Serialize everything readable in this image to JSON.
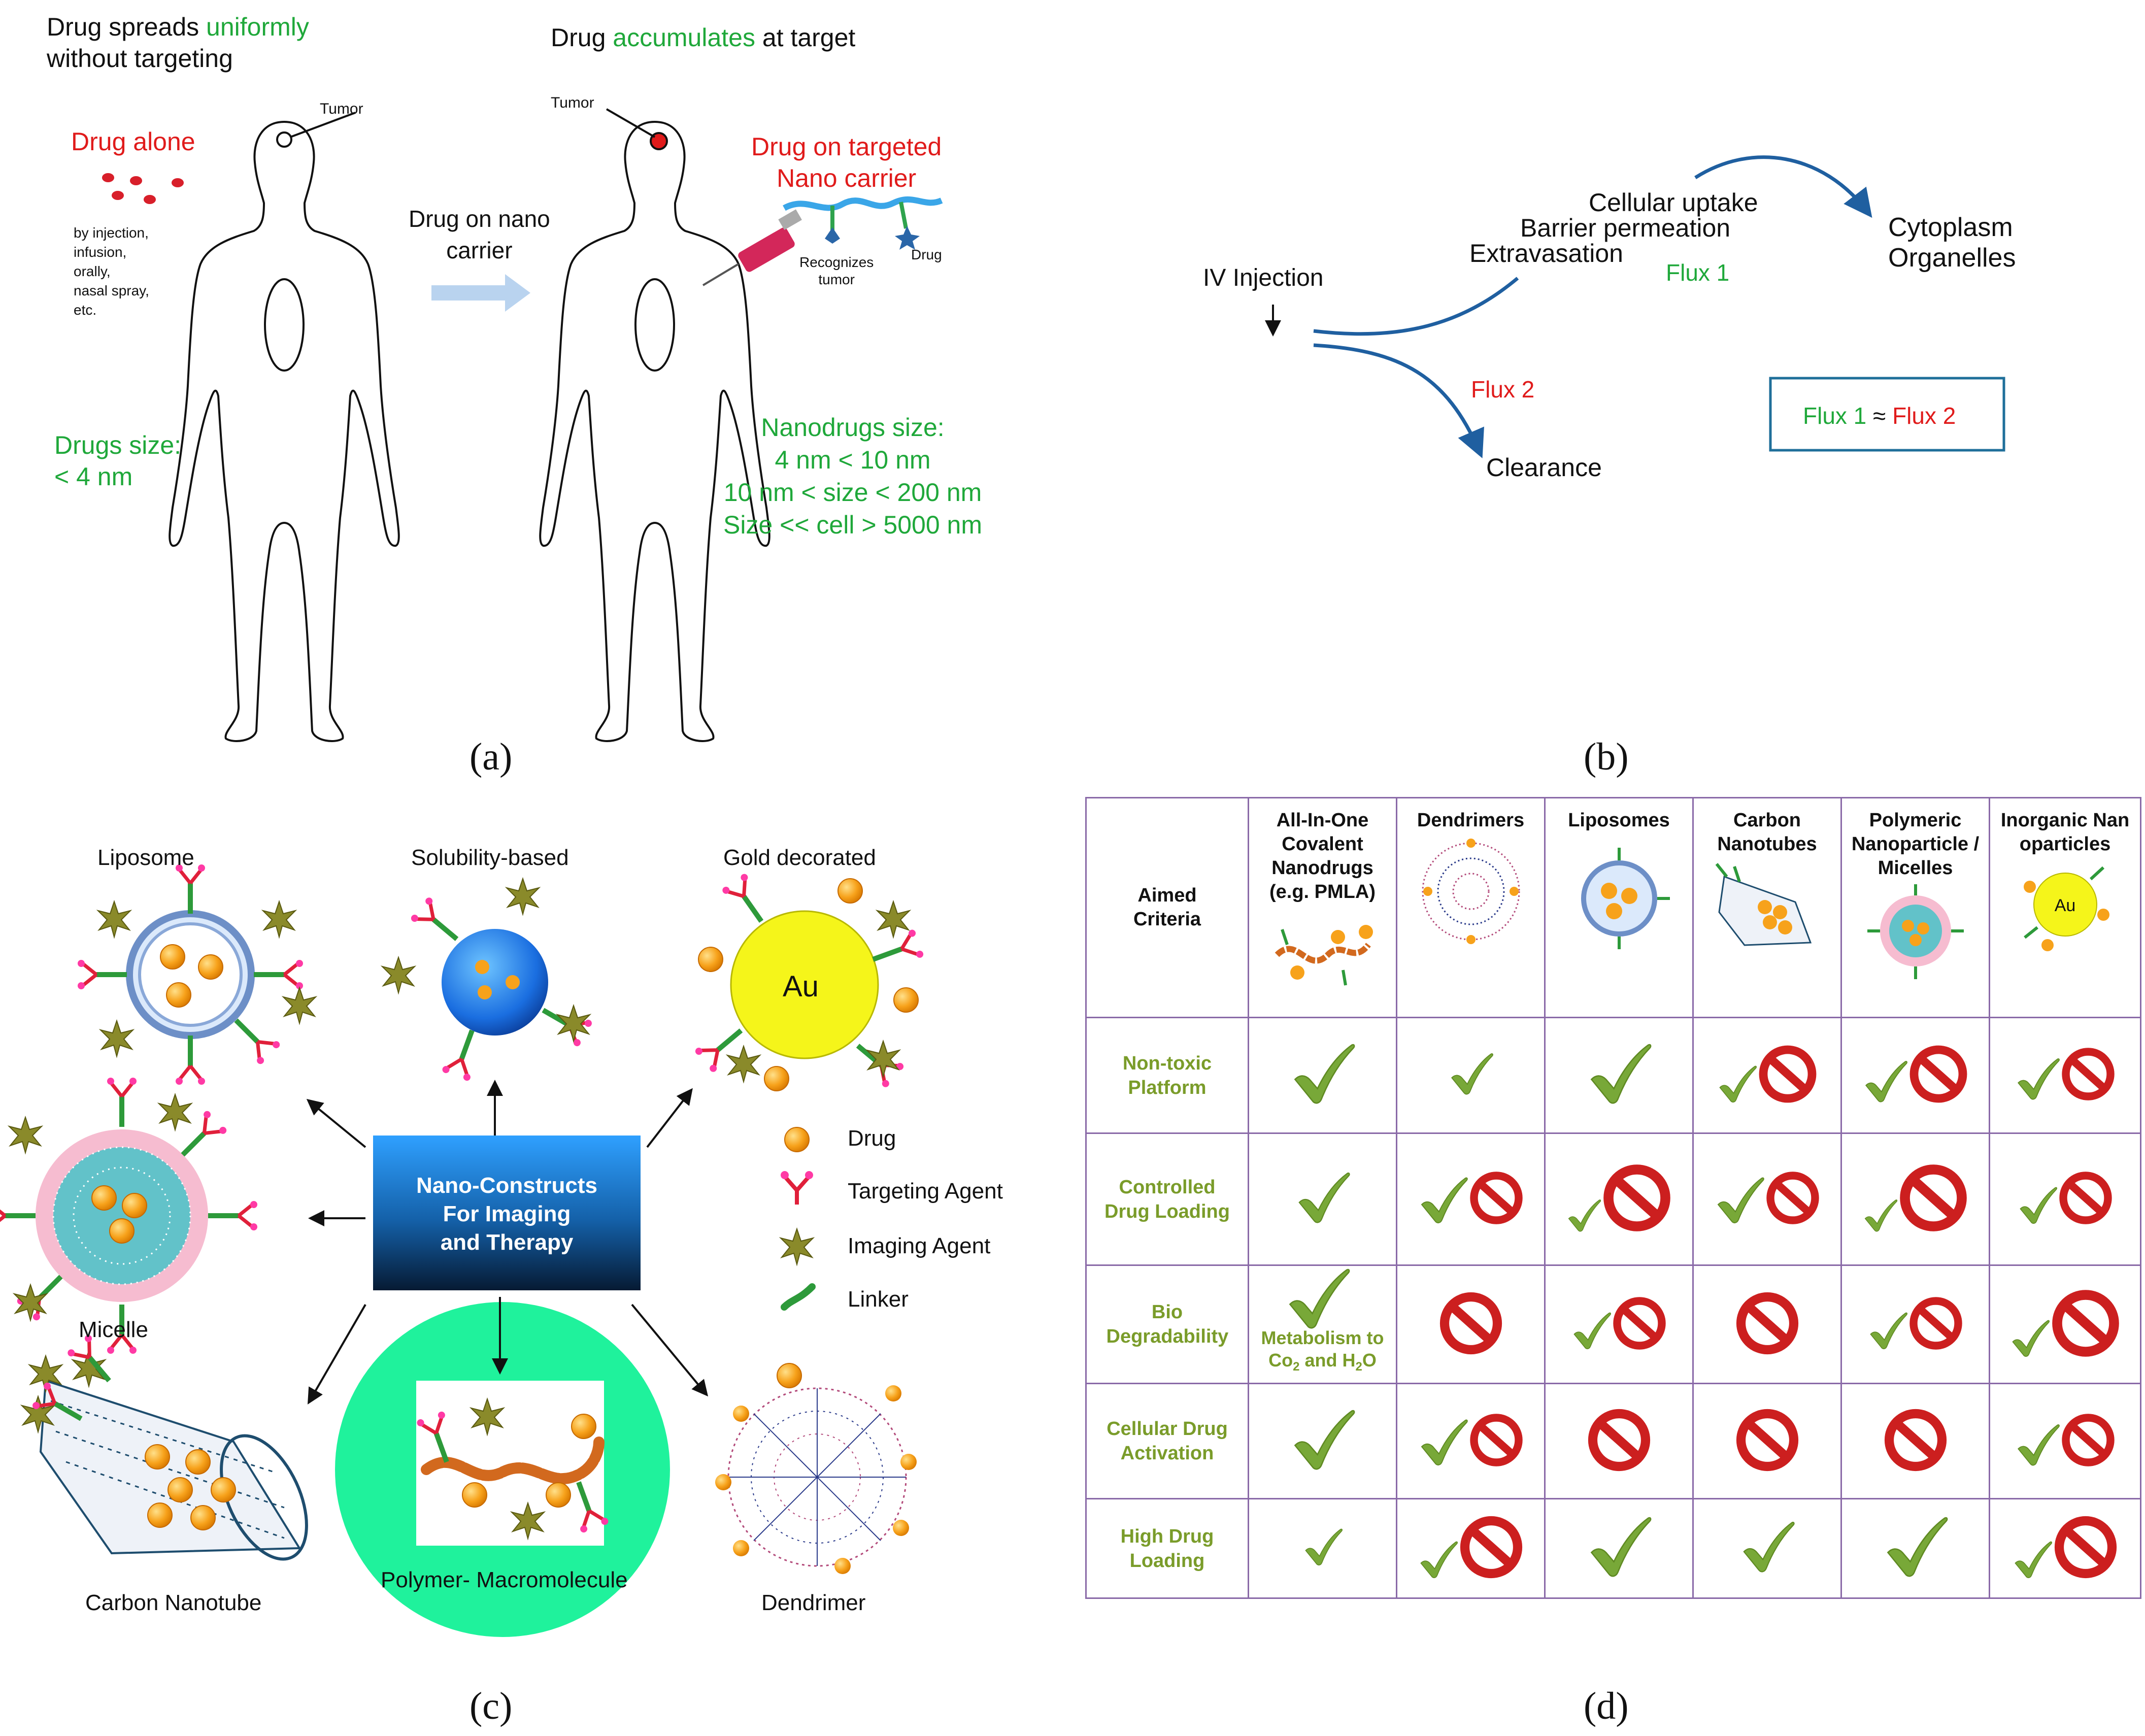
{
  "panel_a": {
    "left_title_1": "Drug spreads ",
    "left_title_green": "uniformly",
    "left_title_2": "without targeting",
    "right_title_1": "Drug ",
    "right_title_green": "accumulates",
    "right_title_2": " at target",
    "tumor_left": "Tumor",
    "tumor_right": "Tumor",
    "drug_alone": "Drug alone",
    "routes": [
      "by injection,",
      "infusion,",
      "orally,",
      "nasal spray,",
      "etc."
    ],
    "drugs_size_1": "Drugs size:",
    "drugs_size_2": "< 4 nm",
    "arrow_label_1": "Drug on nano",
    "arrow_label_2": "carrier",
    "targeted_1": "Drug on targeted",
    "targeted_2": "Nano carrier",
    "recognizes_1": "Recognizes",
    "recognizes_2": "tumor",
    "drug_small": "Drug",
    "nano_size_lines": [
      "Nanodrugs size:",
      "4 nm < 10 nm",
      "10 nm < size < 200 nm",
      "Size << cell > 5000 nm"
    ],
    "caption": "(a)",
    "colors": {
      "green": "#1fa83a",
      "red": "#e01b1b"
    }
  },
  "panel_b": {
    "iv": "IV Injection",
    "cellular_uptake": "Cellular uptake",
    "barrier": "Barrier permeation",
    "extravasation": "Extravasation",
    "flux1": "Flux 1",
    "flux2": "Flux 2",
    "cytoplasm": "Cytoplasm",
    "organelles": "Organelles",
    "clearance": "Clearance",
    "box_flux1": "Flux 1",
    "box_approx": " ≈ ",
    "box_flux2": "Flux 2",
    "caption": "(b)",
    "colors": {
      "arrow": "#1f5fa0",
      "box": "#1f6f9a"
    }
  },
  "panel_c": {
    "liposome": "Liposome",
    "solubility": "Solubility-based",
    "gold": "Gold decorated",
    "au": "Au",
    "micelle": "Micelle",
    "carbon_nanotube": "Carbon Nanotube",
    "polymer": "Polymer- Macromolecule",
    "dendrimer": "Dendrimer",
    "center_lines": [
      "Nano-Constructs",
      "For Imaging",
      "and Therapy"
    ],
    "legend": [
      "Drug",
      "Targeting Agent",
      "Imaging Agent",
      "Linker"
    ],
    "caption": "(c)"
  },
  "panel_d": {
    "aimed": "Aimed Criteria",
    "columns": [
      "All-In-One Covalent Nanodrugs (e.g. PMLA)",
      "Dendrimers",
      "Liposomes",
      "Carbon Nanotubes",
      "Polymeric Nanoparticle / Micelles",
      "Inorganic Nanoparticles"
    ],
    "au_label": "Au",
    "rows": [
      {
        "label": "Non-toxic Platform",
        "cells": [
          "check",
          "check",
          "check",
          "check-no",
          "check-no",
          "check-no"
        ]
      },
      {
        "label": "Controlled Drug Loading",
        "cells": [
          "check",
          "check-no",
          "check-no",
          "check-no",
          "check-no",
          "check-no"
        ]
      },
      {
        "label": "Bio Degradability",
        "cells": [
          "check",
          "no",
          "check-no",
          "no",
          "check-no",
          "check-no"
        ]
      },
      {
        "label": "Cellular Drug Activation",
        "cells": [
          "check",
          "check-no",
          "no",
          "no",
          "no",
          "check-no"
        ]
      },
      {
        "label": "High Drug Loading",
        "cells": [
          "check",
          "check-no",
          "check",
          "check",
          "check",
          "check-no"
        ]
      }
    ],
    "metabolism_1": "Metabolism to",
    "metabolism_2a": "Co",
    "metabolism_sub1": "2",
    "metabolism_2b": " and H",
    "metabolism_sub2": "2",
    "metabolism_2c": "O",
    "caption": "(d)",
    "colors": {
      "check": "#78a838",
      "no": "#cc1f1f",
      "grid": "#8a6aa8",
      "crit_text": "#7a9c2a"
    }
  }
}
